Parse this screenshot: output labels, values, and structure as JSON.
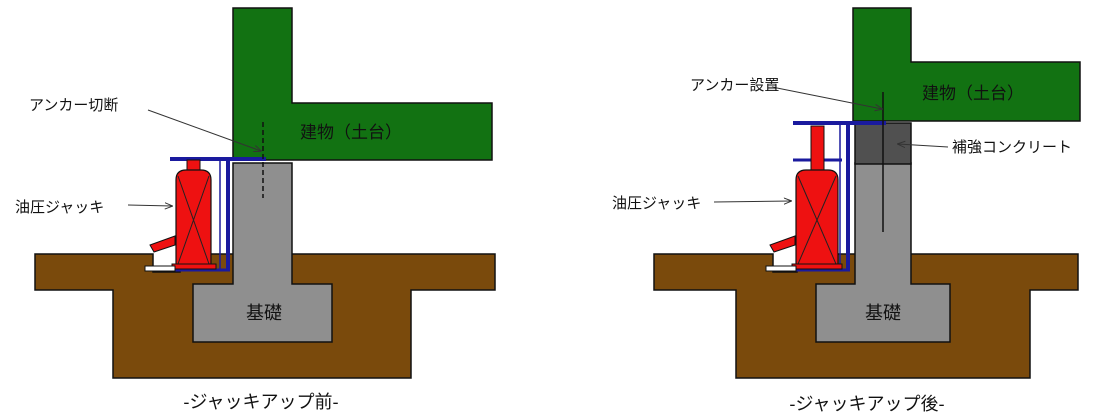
{
  "panels": [
    {
      "id": "before",
      "building_label": "建物（土台）",
      "foundation_label": "基礎",
      "anchor_label": "アンカー切断",
      "jack_label": "油圧ジャッキ",
      "caption": "-ジャッキアップ前-"
    },
    {
      "id": "after",
      "building_label": "建物（土台）",
      "foundation_label": "基礎",
      "anchor_label": "アンカー設置",
      "jack_label": "油圧ジャッキ",
      "reinforcement_label": "補強コンクリート",
      "caption": "-ジャッキアップ後-"
    }
  ],
  "colors": {
    "building": "#127212",
    "soil": "#7a4a0c",
    "foundation": "#8f8f8f",
    "reinforcement": "#505050",
    "jack": "#ee1111",
    "frame": "#1a1a9e",
    "outline": "#111111"
  }
}
